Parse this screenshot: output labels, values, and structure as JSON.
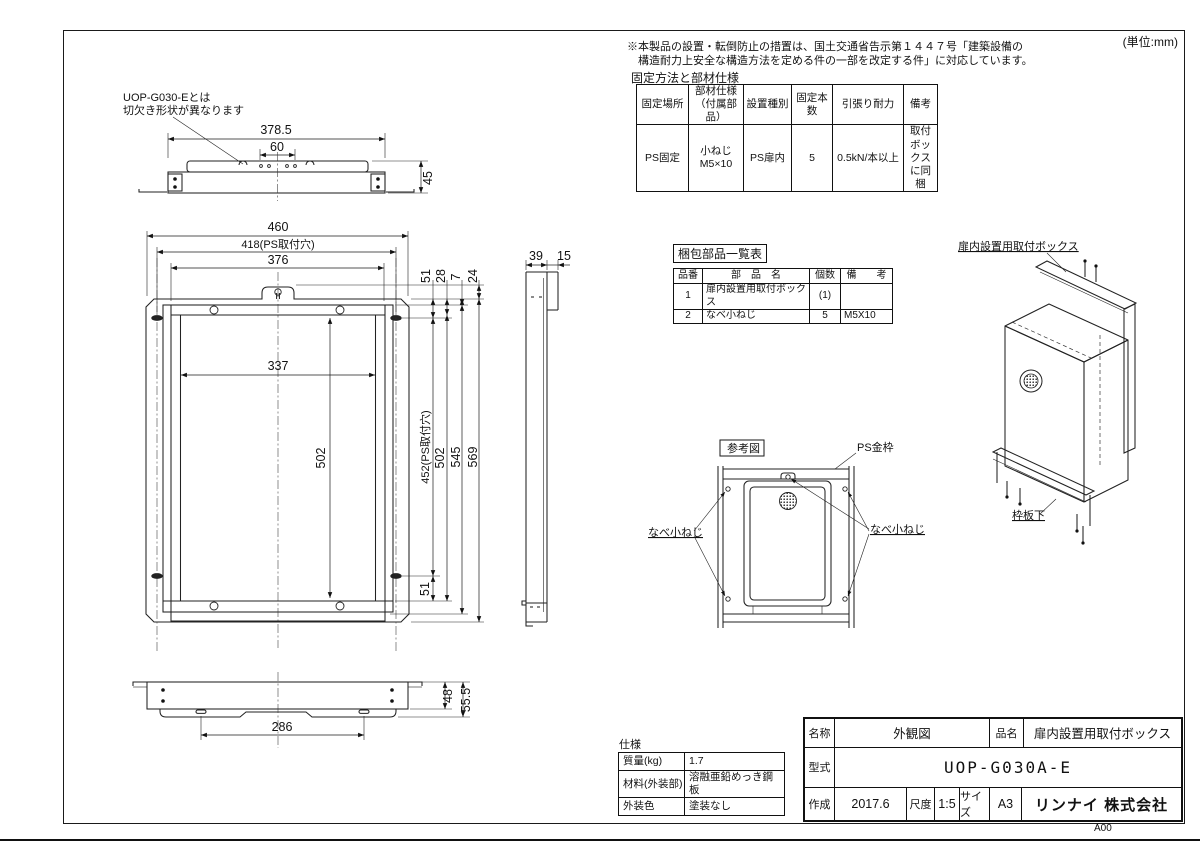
{
  "unit_note": "(単位:mm)",
  "compliance_note": "※本製品の設置・転倒防止の措置は、国土交通省告示第１４４７号「建築設備の\n　構造耐力上安全な構造方法を定める件の一部を改定する件」に対応しています。",
  "fixing_table": {
    "title": "固定方法と部材仕様",
    "headers": [
      "固定場所",
      "部材仕様\n（付属部品）",
      "設置種別",
      "固定本数",
      "引張り耐力",
      "備考"
    ],
    "row": [
      "PS固定",
      "小ねじ\nM5×10",
      "PS扉内",
      "5",
      "0.5kN/本以上",
      "取付ボックス\nに同梱"
    ]
  },
  "parts_table": {
    "title": "梱包部品一覧表",
    "headers": [
      "品番",
      "部　品　名",
      "個数",
      "備　　考"
    ],
    "rows": [
      {
        "no": "1",
        "name": "扉内設置用取付ボックス",
        "qty": "(1)",
        "note": ""
      },
      {
        "no": "2",
        "name": "なべ小ねじ",
        "qty": "5",
        "note": "M5X10"
      }
    ]
  },
  "spec_table": {
    "title": "仕様",
    "rows": [
      {
        "label": "質量(kg)",
        "value": "1.7"
      },
      {
        "label": "材料(外装部)",
        "value": "溶融亜鉛めっき鋼板"
      },
      {
        "label": "外装色",
        "value": "塗装なし"
      }
    ]
  },
  "title_block": {
    "name_label": "名称",
    "name_value": "外観図",
    "pn_label": "品名",
    "pn_value": "扉内設置用取付ボックス",
    "model_label": "型式",
    "model_value": "UOP-G030A-E",
    "created_label": "作成",
    "created_value": "2017.6",
    "scale_label": "尺度",
    "scale_value": "1:5",
    "size_label": "サイズ",
    "size_value": "A3",
    "company": "リンナイ 株式会社"
  },
  "doc_code": "A00",
  "views": {
    "top_view": {
      "note1": "UOP-G030-Eとは",
      "note2": "切欠き形状が異なります",
      "dim_width": "378.5",
      "dim_holes": "60",
      "dim_height": "45"
    },
    "front_view": {
      "dim_total_w": "460",
      "dim_ps_w": "418(PS取付穴)",
      "dim_box_w": "376",
      "dim_opening_w": "337",
      "dim_opening_h": "502",
      "dim_51_top": "51",
      "dim_28": "28",
      "dim_7": "7",
      "dim_24": "24",
      "dim_ps_h": "452(PS取付穴)",
      "dim_box_h": "502",
      "dim_plate_h": "545",
      "dim_total_h": "569",
      "dim_51_bottom": "51"
    },
    "side_view": {
      "dim_depth": "39",
      "dim_flange": "15"
    },
    "bottom_view": {
      "dim_slots": "286",
      "dim_48": "48",
      "dim_555": "55.5"
    },
    "reference_view": {
      "title": "参考図",
      "label_frame": "PS金枠",
      "label_screw_left": "なべ小ねじ",
      "label_screw_right": "なべ小ねじ"
    },
    "iso_view": {
      "label_box": "扉内設置用取付ボックス",
      "label_bottom": "枠板下"
    }
  }
}
